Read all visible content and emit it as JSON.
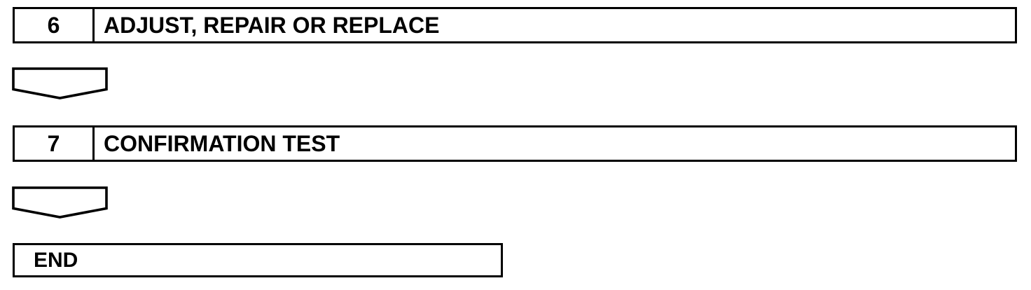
{
  "colors": {
    "line": "#000000",
    "background": "#ffffff",
    "text": "#000000"
  },
  "flowchart": {
    "steps": [
      {
        "number": "6",
        "label": "ADJUST, REPAIR OR REPLACE"
      },
      {
        "number": "7",
        "label": "CONFIRMATION TEST"
      }
    ],
    "connector_icon": "flow-connector-down-icon",
    "terminal": {
      "label": "END"
    }
  }
}
